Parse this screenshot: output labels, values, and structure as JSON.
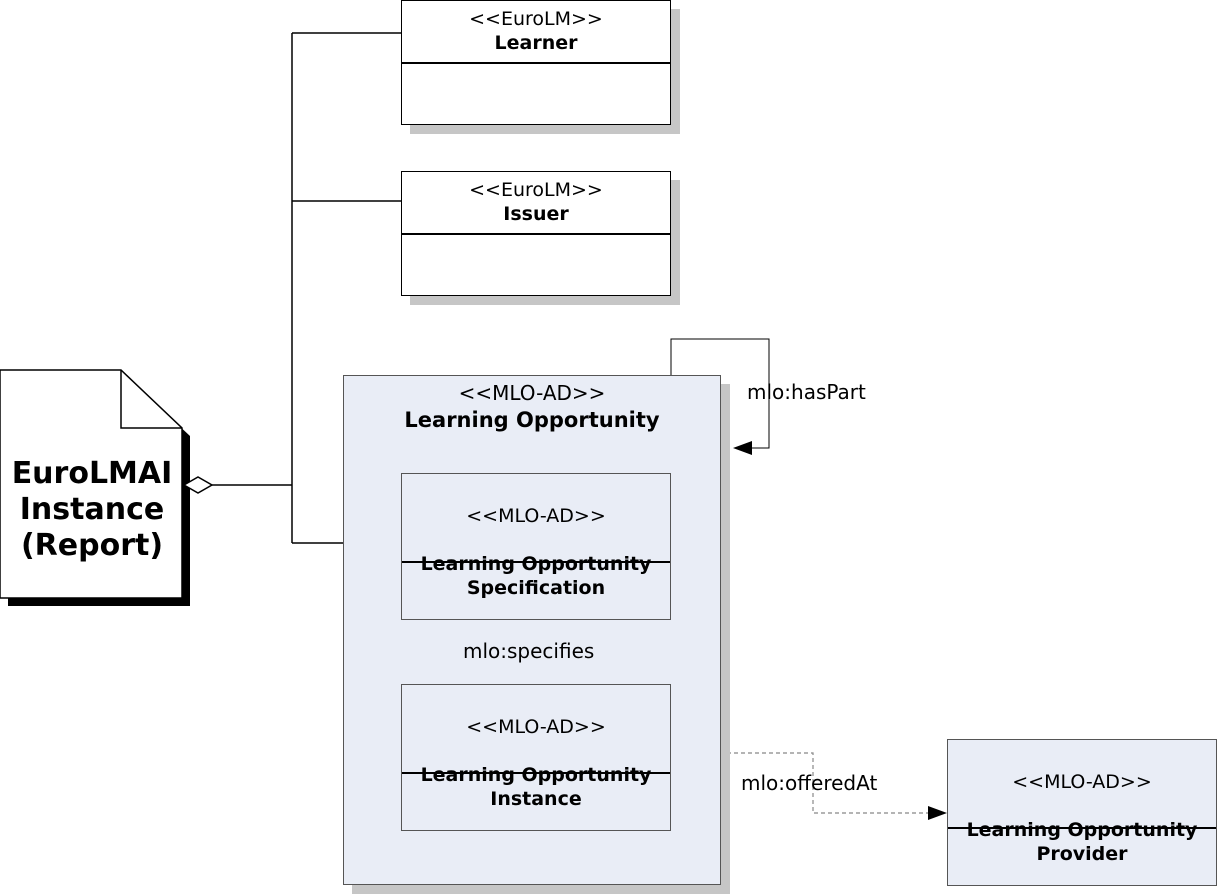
{
  "report": {
    "title": "EuroLMAI\nInstance\n(Report)"
  },
  "classes": {
    "learner": {
      "stereotype": "<<EuroLM>>",
      "name": "Learner"
    },
    "issuer": {
      "stereotype": "<<EuroLM>>",
      "name": "Issuer"
    },
    "learning_opportunity": {
      "stereotype": "<<MLO-AD>>",
      "name": "Learning Opportunity"
    },
    "lo_specification": {
      "stereotype": "<<MLO-AD>>",
      "name": "Learning Opportunity\nSpecification"
    },
    "lo_instance": {
      "stereotype": "<<MLO-AD>>",
      "name": "Learning Opportunity\nInstance"
    },
    "lo_provider": {
      "stereotype": "<<MLO-AD>>",
      "name": "Learning Opportunity\nProvider"
    }
  },
  "relations": {
    "has_part": "mlo:hasPart",
    "specifies": "mlo:specifies",
    "offered_at": "mlo:offeredAt"
  },
  "colors": {
    "class_fill": "#ffffff",
    "mlo_fill": "#e9edf6",
    "shadow": "#c6c6c6",
    "line": "#000000",
    "dashed": "#888888"
  }
}
